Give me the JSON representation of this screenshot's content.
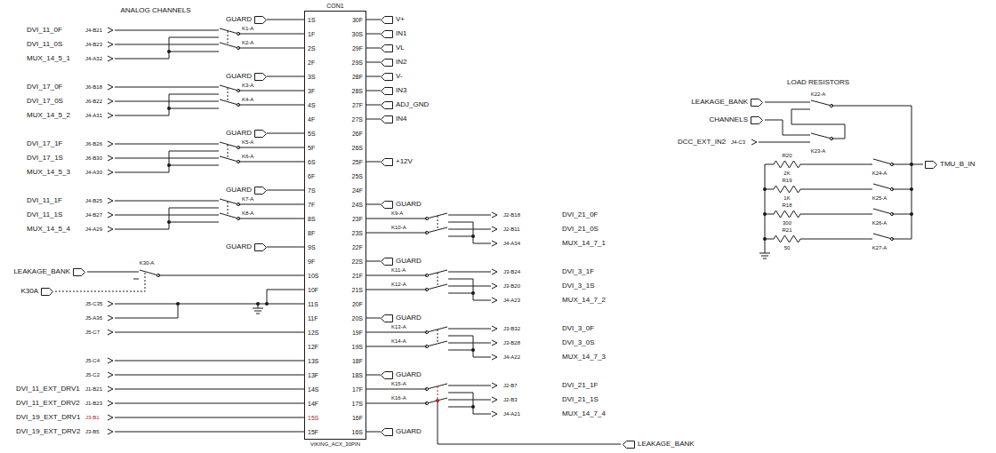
{
  "diagram": {
    "nodes": [
      {
        "text": [
          "CON1",
          "VIKING_ACX_30PIN"
        ]
      },
      {
        "text": [
          "GUARD"
        ]
      },
      {
        "text": [
          "GUARD"
        ]
      },
      {
        "text": [
          "GUARD"
        ]
      },
      {
        "text": [
          "GUARD"
        ]
      },
      {
        "text": [
          "GUARD"
        ]
      },
      {
        "text": [
          "LEAKAGE_BANK"
        ]
      },
      {
        "text": [
          "K30A"
        ]
      },
      {
        "text": [
          "V+"
        ]
      },
      {
        "text": [
          "IN1"
        ]
      },
      {
        "text": [
          "VL"
        ]
      },
      {
        "text": [
          "IN2"
        ]
      },
      {
        "text": [
          "V-"
        ]
      },
      {
        "text": [
          "IN3"
        ]
      },
      {
        "text": [
          "ADJ_GND"
        ]
      },
      {
        "text": [
          "IN4"
        ]
      },
      {
        "text": [
          "+12V"
        ]
      },
      {
        "text": [
          "GUARD"
        ]
      },
      {
        "text": [
          "GUARD"
        ]
      },
      {
        "text": [
          "GUARD"
        ]
      },
      {
        "text": [
          "GUARD"
        ]
      },
      {
        "text": [
          "GUARD"
        ]
      },
      {
        "text": [
          "LEAKAGE_BANK"
        ]
      },
      {
        "text": [
          "LEAKAGE_BANK"
        ]
      },
      {
        "text": [
          "CHANNELS"
        ]
      },
      {
        "text": [
          "TMU_B_IN"
        ]
      }
    ],
    "edges": [
      {
        "from": 1,
        "to": 0,
        "arrow": "none"
      },
      {
        "from": 2,
        "to": 0,
        "arrow": "none"
      },
      {
        "from": 3,
        "to": 0,
        "arrow": "none"
      },
      {
        "from": 4,
        "to": 0,
        "arrow": "none"
      },
      {
        "from": 5,
        "to": 0,
        "arrow": "none"
      },
      {
        "from": 8,
        "to": 0,
        "arrow": "none"
      },
      {
        "from": 9,
        "to": 0,
        "arrow": "none"
      },
      {
        "from": 10,
        "to": 0,
        "arrow": "none"
      },
      {
        "from": 11,
        "to": 0,
        "arrow": "none"
      },
      {
        "from": 12,
        "to": 0,
        "arrow": "none"
      },
      {
        "from": 13,
        "to": 0,
        "arrow": "none"
      },
      {
        "from": 14,
        "to": 0,
        "arrow": "none"
      },
      {
        "from": 15,
        "to": 0,
        "arrow": "none"
      },
      {
        "from": 16,
        "to": 0,
        "arrow": "none"
      },
      {
        "from": 17,
        "to": 0,
        "arrow": "none"
      },
      {
        "from": 18,
        "to": 0,
        "arrow": "none"
      },
      {
        "from": 19,
        "to": 0,
        "arrow": "none"
      },
      {
        "from": 20,
        "to": 0,
        "arrow": "none"
      },
      {
        "from": 21,
        "to": 0,
        "arrow": "none"
      }
    ],
    "labels": [
      "ANALOG CHANNELS",
      "LOAD RESISTORS",
      "1S",
      "1F",
      "2S",
      "2F",
      "3S",
      "3F",
      "4S",
      "4F",
      "5S",
      "5F",
      "6S",
      "6F",
      "7S",
      "7F",
      "8S",
      "8F",
      "9S",
      "9F",
      "10S",
      "10F",
      "11S",
      "11F",
      "12S",
      "12F",
      "13S",
      "13F",
      "14S",
      "14F",
      "15S",
      "15F",
      "30F",
      "30S",
      "29F",
      "29S",
      "28F",
      "28S",
      "27F",
      "27S",
      "26F",
      "26S",
      "25F",
      "25S",
      "24F",
      "24S",
      "23F",
      "23S",
      "22F",
      "22S",
      "21F",
      "21S",
      "20F",
      "20S",
      "19F",
      "19S",
      "18F",
      "18S",
      "17F",
      "17S",
      "16F",
      "16S",
      "DVI_11_0F",
      "J4-B21",
      "DVI_11_0S",
      "J4-B23",
      "MUX_14_5_1",
      "J4-A32",
      "K1-A",
      "K2-A",
      "DVI_17_0F",
      "J6-B18",
      "DVI_17_0S",
      "J6-B22",
      "MUX_14_5_2",
      "J4-A31",
      "K3-A",
      "K4-A",
      "DVI_17_1F",
      "J6-B26",
      "DVI_17_1S",
      "J6-B30",
      "MUX_14_5_3",
      "J4-A30",
      "K5-A",
      "K6-A",
      "DVI_11_1F",
      "J4-B25",
      "DVI_11_1S",
      "J4-B27",
      "MUX_14_5_4",
      "J4-A29",
      "K7-A",
      "K8-A",
      "K30-A",
      "J5-C35",
      "J5-A36",
      "J5-C7",
      "J5-C4",
      "J5-C2",
      "DVI_11_EXT_DRV1",
      "J1-B21",
      "DVI_11_EXT_DRV2",
      "J1-B23",
      "DVI_19_EXT_DRV1",
      "J3-B1",
      "DVI_19_EXT_DRV2",
      "J3-B5",
      "DVI_21_0F",
      "J2-B18",
      "DVI_21_0S",
      "J2-B11",
      "MUX_14_7_1",
      "J4-A34",
      "K9-A",
      "K10-A",
      "DVI_3_1F",
      "J3-B24",
      "DVI_3_1S",
      "J3-B20",
      "MUX_14_7_2",
      "J4-A23",
      "K11-A",
      "K12-A",
      "DVI_3_0F",
      "J3-B32",
      "DVI_3_0S",
      "J3-B28",
      "MUX_14_7_3",
      "J4-A22",
      "K13-A",
      "K14-A",
      "DVI_21_1F",
      "J2-B7",
      "DVI_21_1S",
      "J2-B3",
      "MUX_14_7_4",
      "J4-A21",
      "K15-A",
      "K16-A",
      "K22-A",
      "K23-A",
      "DCC_EXT_IN2",
      "J4-C3",
      "R20",
      "2K",
      "K24-A",
      "R19",
      "1K",
      "K25-A",
      "R18",
      "300",
      "K26-A",
      "R21",
      "50",
      "K27-A"
    ]
  }
}
